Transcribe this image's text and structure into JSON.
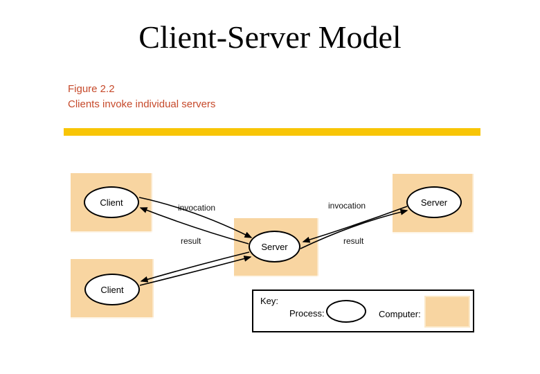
{
  "slide": {
    "title": "Client-Server Model",
    "figure": {
      "label": "Figure 2.2",
      "caption": "Clients invoke individual servers"
    },
    "colors": {
      "accent_bar": "#f8c506",
      "figure_text": "#c6492a",
      "computer_fill": "#f8d5a1",
      "process_fill": "#ffffff",
      "outline": "#000000"
    }
  },
  "diagram": {
    "nodes": [
      {
        "id": "client-top",
        "label": "Client"
      },
      {
        "id": "client-bottom",
        "label": "Client"
      },
      {
        "id": "server-middle",
        "label": "Server"
      },
      {
        "id": "server-right",
        "label": "Server"
      }
    ],
    "edges": [
      {
        "from": "client-top",
        "to": "server-middle",
        "label": "invocation"
      },
      {
        "from": "server-middle",
        "to": "client-top",
        "label": "result"
      },
      {
        "from": "client-bottom",
        "to": "server-middle",
        "label": ""
      },
      {
        "from": "server-middle",
        "to": "client-bottom",
        "label": ""
      },
      {
        "from": "server-middle",
        "to": "server-right",
        "label": "invocation"
      },
      {
        "from": "server-right",
        "to": "server-middle",
        "label": "result"
      }
    ],
    "key": {
      "title": "Key:",
      "process_label": "Process:",
      "computer_label": "Computer:"
    }
  }
}
